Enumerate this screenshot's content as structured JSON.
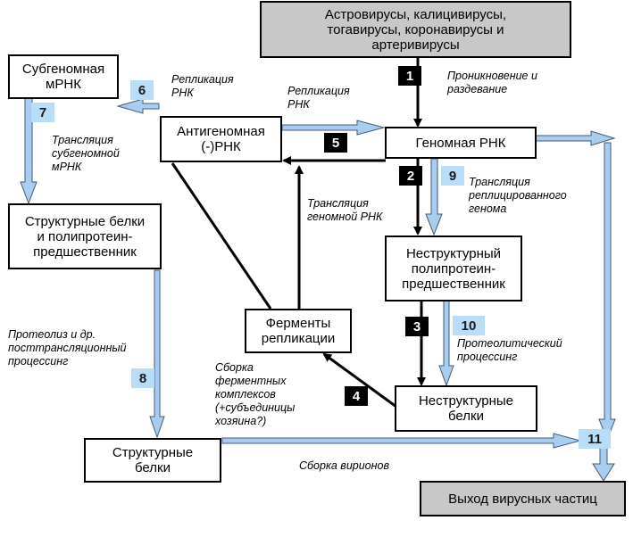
{
  "boxes": {
    "viruses": "Астровирусы, калицивирусы,\nтогавирусы, коронавирусы  и\nартеривирусы",
    "subgenomic": "Субгеномная\nмРНК",
    "antigenomic": "Антигеномная\n(-)РНК",
    "genomic": "Геномная РНК",
    "structural_precursor": "Структурные белки\nи полипротеин-\nпредшественник",
    "nonstructural_precursor": "Неструктурный\nполипротеин-\nпредшественник",
    "replication_enzymes": "Ферменты\nрепликации",
    "nonstructural_proteins": "Неструктурные\nбелки",
    "structural_proteins": "Структурные\nбелки",
    "exit": "Выход вирусных частиц"
  },
  "badges": {
    "b1": "1",
    "b2": "2",
    "b3": "3",
    "b4": "4",
    "b5": "5",
    "b6": "6",
    "b7": "7",
    "b8": "8",
    "b9": "9",
    "b10": "10",
    "b11": "11"
  },
  "labels": {
    "replication_left": "Репликация\nРНК",
    "replication_mid": "Репликация\nРНК",
    "penetration": "Проникновение и\nраздевание",
    "translation_subgenomic": "Трансляция\nсубгеномной\nмРНК",
    "translation_genomic": "Трансляция\nгеномной РНК",
    "translation_replicated": "Трансляция\nреплицированного\nгенома",
    "proteolysis": "Протеолиз и др.\nпосттрансляционный\nпроцессинг",
    "proteolytic": "Протеолитический\nпроцессинг",
    "assembly_enzymes": "Сборка\nферментных\nкомплексов\n(+субъединицы\nхозяина?)",
    "assembly_virions": "Сборка вирионов"
  },
  "colors": {
    "black_badge": "#000000",
    "blue_badge": "#b9dcf7",
    "blue_arrow": "#a9cdf0",
    "grey_box": "#c8c8c8"
  }
}
